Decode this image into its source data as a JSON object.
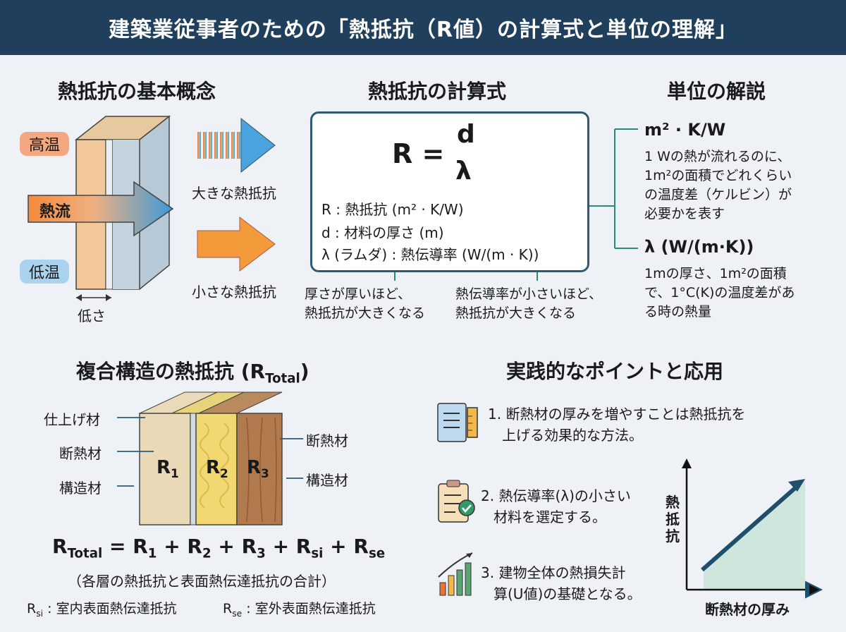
{
  "title": "建築業従事者のための「熱抵抗（R値）の計算式と単位の理解」",
  "concept": {
    "heading": "熱抵抗の基本概念",
    "high_temp": "高温",
    "heat_flow": "熱流",
    "low_temp": "低温",
    "thickness": "低さ",
    "large_resistance": "大きな熱抵抗",
    "small_resistance": "小さな熱抵抗"
  },
  "formula": {
    "heading": "熱抵抗の計算式",
    "lhs": "R =",
    "numerator": "d",
    "denominator": "λ",
    "def_r": "R : 熱抵抗 (m² · K/W)",
    "def_d": "d : 材料の厚さ (m)",
    "def_lambda": "λ (ラムダ) : 熱伝導率 (W/(m · K))",
    "note_thick_1": "厚さが厚いほど、",
    "note_thick_2": "熱抵抗が大きくなる",
    "note_cond_1": "熱伝導率が小さいほど、",
    "note_cond_2": "熱抵抗が大きくなる"
  },
  "units": {
    "heading": "単位の解説",
    "r_unit": "m² · K/W",
    "r_desc": [
      "1 Wの熱が流れるのに、",
      "1m²の面積でどれくらい",
      "の温度差（ケルビン）が",
      "必要かを表す"
    ],
    "lambda_unit": "λ (W/(m·K))",
    "lambda_desc": [
      "1mの厚さ、1m²の面積",
      "で、1°C(K)の温度差があ",
      "る時の熱量"
    ]
  },
  "composite": {
    "heading_main": "複合構造の熱抵抗 (R",
    "heading_sub": "Total",
    "heading_end": ")",
    "label_finish": "仕上げ材",
    "label_insul_left": "断熱材",
    "label_struct_left": "構造材",
    "label_insul_right": "断熱材",
    "label_struct_right": "構造材",
    "r1": "R",
    "r1_sub": "1",
    "r2": "R",
    "r2_sub": "2",
    "r3": "R",
    "r3_sub": "3",
    "eq_r": "R",
    "eq_total": "Total",
    "eq_rest": "= R",
    "eq_1": "1",
    "eq_p2": "+ R",
    "eq_2": "2",
    "eq_p3": "+ R",
    "eq_3": "3",
    "eq_psi": "+ R",
    "eq_si": "si",
    "eq_pse": "+ R",
    "eq_se": "se",
    "caption": "（各層の熱抵抗と表面熱伝達抵抗の合計）",
    "rsi_r": "R",
    "rsi_sub": "si",
    "rsi_desc": ": 室内表面熱伝達抵抗",
    "rse_r": "R",
    "rse_sub": "se",
    "rse_desc": ": 室外表面熱伝達抵抗"
  },
  "points": {
    "heading": "実践的なポイントと応用",
    "p1_1": "1. 断熱材の厚みを増やすことは熱抵抗を",
    "p1_2": "上げる効果的な方法。",
    "p2_1": "2. 熱伝導率(λ)の小さい",
    "p2_2": "材料を選定する。",
    "p3_1": "3. 建物全体の熱損失計",
    "p3_2": "算(U値)の基礎となる。",
    "graph_y": [
      "熱",
      "抵",
      "抗"
    ],
    "graph_x": "断熱材の厚み"
  },
  "colors": {
    "title_bg": "#1f3f5c",
    "accent": "#2a8a7a",
    "hot": "#f4a882",
    "cold": "#a9d3ee"
  }
}
